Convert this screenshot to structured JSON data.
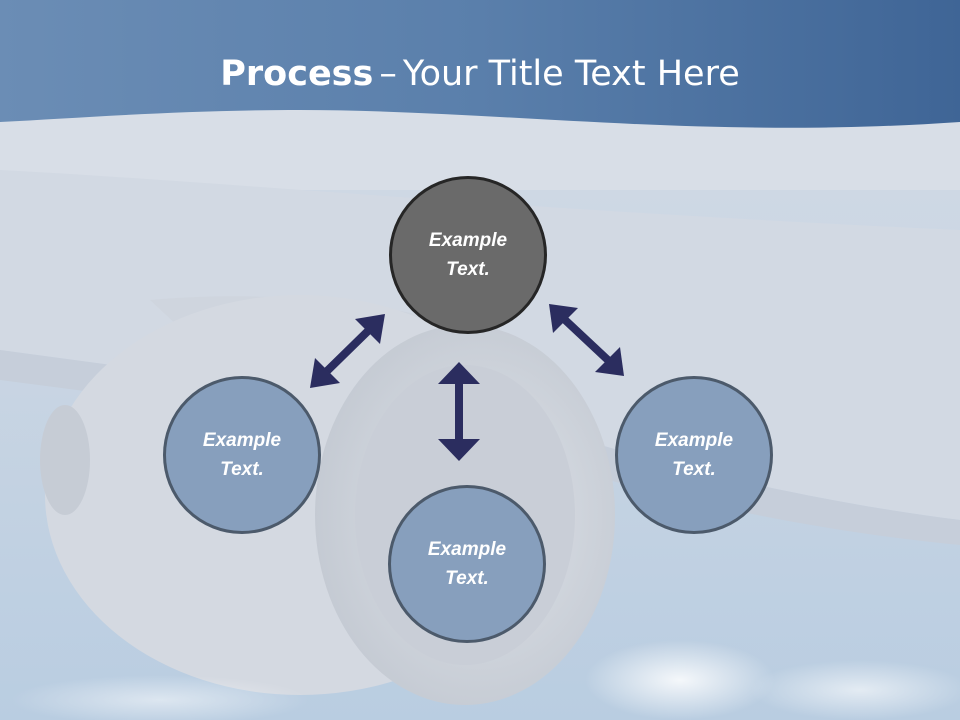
{
  "title": {
    "bold": "Process",
    "separator": "–",
    "rest": "Your Title Text Here"
  },
  "nodes": {
    "top": "Example Text.",
    "left": "Example Text.",
    "right": "Example Text.",
    "bottom": "Example Text."
  },
  "colors": {
    "header_band": "#4f75a3",
    "node_top_fill": "#6a6a6a",
    "node_fill": "#879fbd",
    "arrow": "#2b2d5f"
  }
}
